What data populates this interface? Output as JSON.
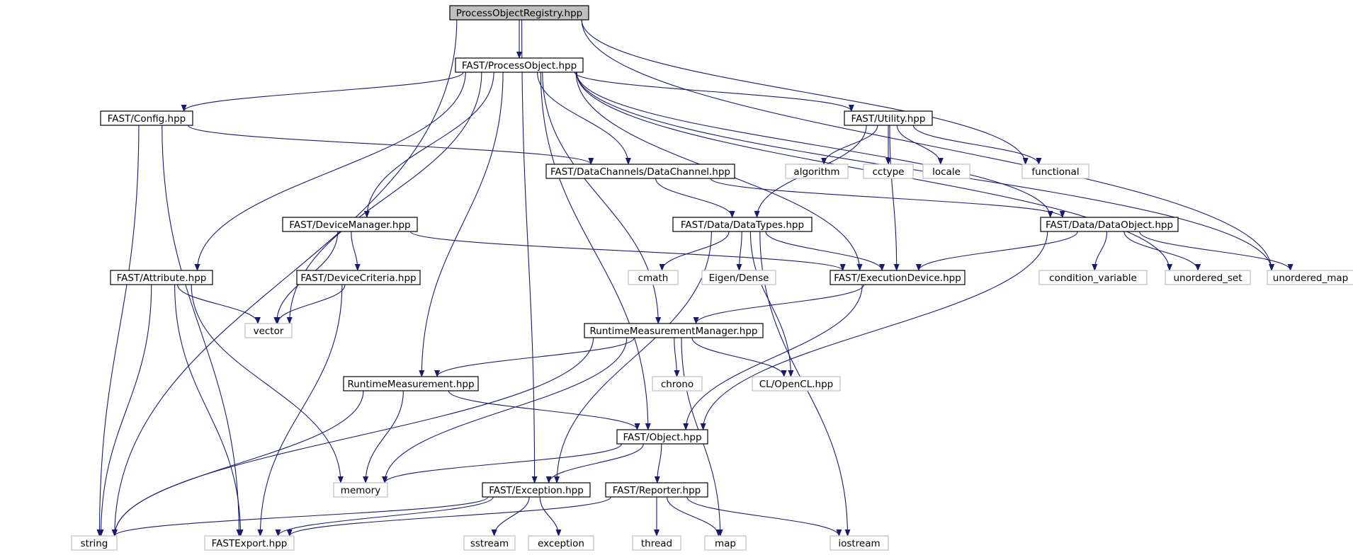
{
  "colors": {
    "root_fill": "#bfbfbf",
    "node_fill": "#ffffff",
    "local_border": "#000000",
    "system_border": "#bfbfbf",
    "edge": "#191970",
    "text": "#000000"
  },
  "nodes": [
    {
      "id": "ProcessObjectRegistry.hpp",
      "kind": "root"
    },
    {
      "id": "FAST/ProcessObject.hpp",
      "kind": "local"
    },
    {
      "id": "FAST/Config.hpp",
      "kind": "local"
    },
    {
      "id": "FAST/Utility.hpp",
      "kind": "local"
    },
    {
      "id": "FAST/DataChannels/DataChannel.hpp",
      "kind": "local"
    },
    {
      "id": "FAST/DeviceManager.hpp",
      "kind": "local"
    },
    {
      "id": "FAST/Data/DataTypes.hpp",
      "kind": "local"
    },
    {
      "id": "FAST/Data/DataObject.hpp",
      "kind": "local"
    },
    {
      "id": "FAST/Attribute.hpp",
      "kind": "local"
    },
    {
      "id": "FAST/DeviceCriteria.hpp",
      "kind": "local"
    },
    {
      "id": "FAST/ExecutionDevice.hpp",
      "kind": "local"
    },
    {
      "id": "RuntimeMeasurementManager.hpp",
      "kind": "local"
    },
    {
      "id": "RuntimeMeasurement.hpp",
      "kind": "local"
    },
    {
      "id": "FAST/Object.hpp",
      "kind": "local"
    },
    {
      "id": "FAST/Exception.hpp",
      "kind": "local"
    },
    {
      "id": "FAST/Reporter.hpp",
      "kind": "local"
    },
    {
      "id": "algorithm",
      "kind": "system"
    },
    {
      "id": "cctype",
      "kind": "system"
    },
    {
      "id": "locale",
      "kind": "system"
    },
    {
      "id": "functional",
      "kind": "system"
    },
    {
      "id": "cmath",
      "kind": "system"
    },
    {
      "id": "Eigen/Dense",
      "kind": "system"
    },
    {
      "id": "condition_variable",
      "kind": "system"
    },
    {
      "id": "unordered_set",
      "kind": "system"
    },
    {
      "id": "unordered_map",
      "kind": "system"
    },
    {
      "id": "vector",
      "kind": "system"
    },
    {
      "id": "chrono",
      "kind": "system"
    },
    {
      "id": "CL/OpenCL.hpp",
      "kind": "system"
    },
    {
      "id": "memory",
      "kind": "system"
    },
    {
      "id": "string",
      "kind": "system"
    },
    {
      "id": "FASTExport.hpp",
      "kind": "system"
    },
    {
      "id": "sstream",
      "kind": "system"
    },
    {
      "id": "exception",
      "kind": "system"
    },
    {
      "id": "thread",
      "kind": "system"
    },
    {
      "id": "map",
      "kind": "system"
    },
    {
      "id": "iostream",
      "kind": "system"
    }
  ],
  "edges": [
    [
      "ProcessObjectRegistry.hpp",
      "FAST/ProcessObject.hpp"
    ],
    [
      "ProcessObjectRegistry.hpp",
      "string"
    ],
    [
      "ProcessObjectRegistry.hpp",
      "FAST/Exception.hpp"
    ],
    [
      "ProcessObjectRegistry.hpp",
      "functional"
    ],
    [
      "ProcessObjectRegistry.hpp",
      "unordered_map"
    ],
    [
      "FAST/ProcessObject.hpp",
      "FAST/Config.hpp"
    ],
    [
      "FAST/ProcessObject.hpp",
      "FAST/Attribute.hpp"
    ],
    [
      "FAST/ProcessObject.hpp",
      "vector"
    ],
    [
      "FAST/ProcessObject.hpp",
      "FAST/DeviceManager.hpp"
    ],
    [
      "FAST/ProcessObject.hpp",
      "RuntimeMeasurement.hpp"
    ],
    [
      "FAST/ProcessObject.hpp",
      "FAST/Object.hpp"
    ],
    [
      "FAST/ProcessObject.hpp",
      "RuntimeMeasurementManager.hpp"
    ],
    [
      "FAST/ProcessObject.hpp",
      "FAST/DataChannels/DataChannel.hpp"
    ],
    [
      "FAST/ProcessObject.hpp",
      "FAST/Utility.hpp"
    ],
    [
      "FAST/ProcessObject.hpp",
      "FAST/ExecutionDevice.hpp"
    ],
    [
      "FAST/ProcessObject.hpp",
      "FAST/Data/DataObject.hpp"
    ],
    [
      "FAST/ProcessObject.hpp",
      "unordered_set"
    ],
    [
      "FAST/ProcessObject.hpp",
      "unordered_map"
    ],
    [
      "FAST/Config.hpp",
      "string"
    ],
    [
      "FAST/Config.hpp",
      "FASTExport.hpp"
    ],
    [
      "FAST/Config.hpp",
      "FAST/DataChannels/DataChannel.hpp"
    ],
    [
      "FAST/Utility.hpp",
      "algorithm"
    ],
    [
      "FAST/Utility.hpp",
      "cctype"
    ],
    [
      "FAST/Utility.hpp",
      "locale"
    ],
    [
      "FAST/Utility.hpp",
      "functional"
    ],
    [
      "FAST/Utility.hpp",
      "FAST/Data/DataTypes.hpp"
    ],
    [
      "FAST/Utility.hpp",
      "FAST/ExecutionDevice.hpp"
    ],
    [
      "FAST/DataChannels/DataChannel.hpp",
      "FAST/Data/DataTypes.hpp"
    ],
    [
      "FAST/DataChannels/DataChannel.hpp",
      "FAST/Data/DataObject.hpp"
    ],
    [
      "FAST/DeviceManager.hpp",
      "FAST/DeviceCriteria.hpp"
    ],
    [
      "FAST/DeviceManager.hpp",
      "vector"
    ],
    [
      "FAST/DeviceManager.hpp",
      "FAST/ExecutionDevice.hpp"
    ],
    [
      "FAST/DeviceCriteria.hpp",
      "vector"
    ],
    [
      "FAST/DeviceCriteria.hpp",
      "FASTExport.hpp"
    ],
    [
      "FAST/Attribute.hpp",
      "vector"
    ],
    [
      "FAST/Attribute.hpp",
      "string"
    ],
    [
      "FAST/Attribute.hpp",
      "FASTExport.hpp"
    ],
    [
      "FAST/Attribute.hpp",
      "memory"
    ],
    [
      "FAST/Data/DataTypes.hpp",
      "cmath"
    ],
    [
      "FAST/Data/DataTypes.hpp",
      "Eigen/Dense"
    ],
    [
      "FAST/Data/DataTypes.hpp",
      "FAST/ExecutionDevice.hpp"
    ],
    [
      "FAST/Data/DataTypes.hpp",
      "FAST/Exception.hpp"
    ],
    [
      "FAST/Data/DataTypes.hpp",
      "CL/OpenCL.hpp"
    ],
    [
      "FAST/Data/DataTypes.hpp",
      "iostream"
    ],
    [
      "FAST/Data/DataObject.hpp",
      "FAST/ExecutionDevice.hpp"
    ],
    [
      "FAST/Data/DataObject.hpp",
      "condition_variable"
    ],
    [
      "FAST/Data/DataObject.hpp",
      "unordered_set"
    ],
    [
      "FAST/Data/DataObject.hpp",
      "unordered_map"
    ],
    [
      "FAST/Data/DataObject.hpp",
      "FAST/Object.hpp"
    ],
    [
      "FAST/ExecutionDevice.hpp",
      "RuntimeMeasurementManager.hpp"
    ],
    [
      "FAST/ExecutionDevice.hpp",
      "FAST/Object.hpp"
    ],
    [
      "RuntimeMeasurementManager.hpp",
      "RuntimeMeasurement.hpp"
    ],
    [
      "RuntimeMeasurementManager.hpp",
      "chrono"
    ],
    [
      "RuntimeMeasurementManager.hpp",
      "CL/OpenCL.hpp"
    ],
    [
      "RuntimeMeasurementManager.hpp",
      "memory"
    ],
    [
      "RuntimeMeasurementManager.hpp",
      "string"
    ],
    [
      "RuntimeMeasurementManager.hpp",
      "map"
    ],
    [
      "RuntimeMeasurement.hpp",
      "FAST/Object.hpp"
    ],
    [
      "RuntimeMeasurement.hpp",
      "memory"
    ],
    [
      "RuntimeMeasurement.hpp",
      "string"
    ],
    [
      "FAST/Object.hpp",
      "memory"
    ],
    [
      "FAST/Object.hpp",
      "FAST/Exception.hpp"
    ],
    [
      "FAST/Object.hpp",
      "FAST/Reporter.hpp"
    ],
    [
      "FAST/Exception.hpp",
      "string"
    ],
    [
      "FAST/Exception.hpp",
      "FASTExport.hpp"
    ],
    [
      "FAST/Exception.hpp",
      "sstream"
    ],
    [
      "FAST/Exception.hpp",
      "exception"
    ],
    [
      "FAST/Reporter.hpp",
      "FASTExport.hpp"
    ],
    [
      "FAST/Reporter.hpp",
      "thread"
    ],
    [
      "FAST/Reporter.hpp",
      "map"
    ],
    [
      "FAST/Reporter.hpp",
      "iostream"
    ]
  ]
}
